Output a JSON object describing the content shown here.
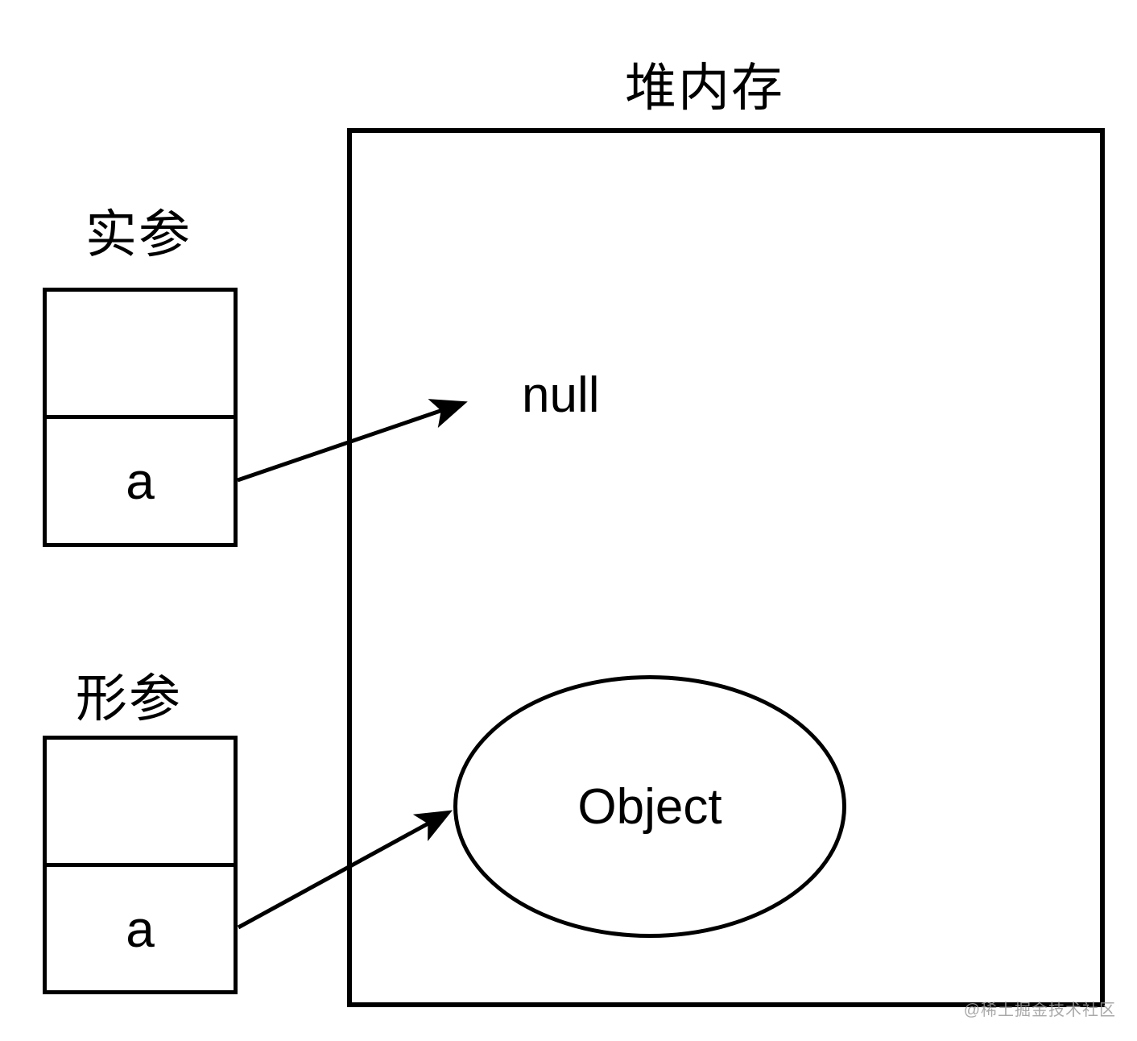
{
  "title": "堆内存",
  "actual_param": {
    "label": "实参",
    "var_name": "a"
  },
  "formal_param": {
    "label": "形参",
    "var_name": "a"
  },
  "heap": {
    "null_label": "null",
    "object_label": "Object"
  },
  "watermark": "@稀土掘金技术社区",
  "icons": {
    "arrow_actual": "arrow-right-up-icon",
    "arrow_formal": "arrow-right-up-icon"
  },
  "colors": {
    "stroke": "#000000",
    "background": "#ffffff",
    "watermark": "#9b9b9b"
  }
}
